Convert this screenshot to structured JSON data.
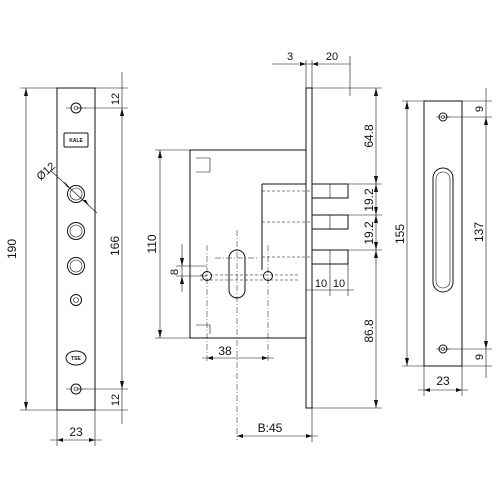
{
  "dimensions": {
    "front_plate": {
      "overall_height": "190",
      "hole_span": "166",
      "top_offset": "12",
      "bottom_offset": "12",
      "width": "23",
      "hole_diameter": "Ø12"
    },
    "lock_body": {
      "faceplate_thickness": "3",
      "faceplate_to_body": "20",
      "bolt_top": "64.8",
      "bolt_spacing_1": "19.2",
      "bolt_spacing_2": "19.2",
      "bolt_bottom": "86.8",
      "bolt_width_1": "10",
      "bolt_width_2": "10",
      "body_height": "110",
      "cylinder_offset": "8",
      "follower_spacing": "38",
      "backset": "B:45"
    },
    "strike_plate": {
      "overall_height": "155",
      "slot_height": "137",
      "top_offset": "9",
      "bottom_offset": "9",
      "width": "23"
    }
  },
  "brand": {
    "logo_text": "KALE",
    "mark_text": "TSE"
  }
}
